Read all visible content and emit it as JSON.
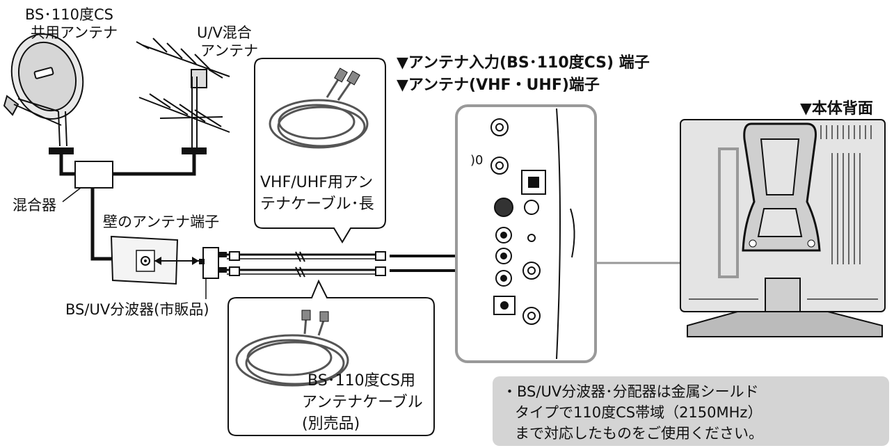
{
  "labels": {
    "bs_antenna_line1": "BS･110度CS",
    "bs_antenna_line2": "共用アンテナ",
    "uv_antenna_line1": "U/V混合",
    "uv_antenna_line2": "アンテナ",
    "mixer": "混合器",
    "wall_terminal": "壁のアンテナ端子",
    "splitter": "BS/UV分波器(市販品)",
    "terminal_bs": "▼アンテナ入力(BS･110度CS) 端子",
    "terminal_vhf": "▼アンテナ(VHF・UHF)端子",
    "rear_view": "▼本体背面"
  },
  "cables": {
    "vhf_line1": "VHF/UHF用アン",
    "vhf_line2": "テナケーブル･長",
    "bs_line1": "BS･110度CS用",
    "bs_line2": "アンテナケーブル",
    "bs_line3": "(別売品)"
  },
  "note": {
    "line1": "・BS/UV分波器･分配器は金属シールド",
    "line2": "タイプで110度CS帯域（2150MHz）",
    "line3": "まで対応したものをご使用ください。"
  }
}
